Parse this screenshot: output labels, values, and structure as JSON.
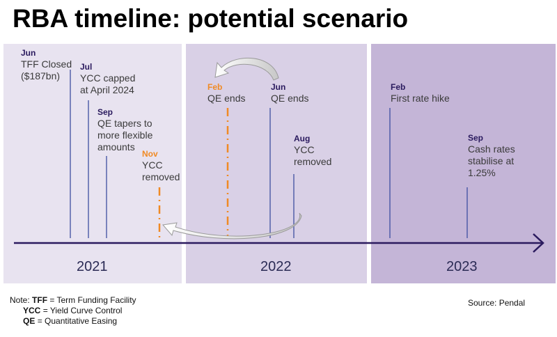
{
  "title": "RBA timeline: potential scenario",
  "years": [
    "2021",
    "2022",
    "2023"
  ],
  "events": [
    {
      "month": "Jun",
      "text": [
        "TFF Closed",
        "($187bn)"
      ]
    },
    {
      "month": "Jul",
      "text": [
        "YCC capped",
        "at April 2024"
      ]
    },
    {
      "month": "Sep",
      "text": [
        "QE tapers to",
        "more flexible",
        "amounts"
      ]
    },
    {
      "month": "Nov",
      "text": [
        "YCC",
        "removed"
      ]
    },
    {
      "month": "Feb",
      "text": [
        "QE ends"
      ]
    },
    {
      "month": "Jun",
      "text": [
        "QE ends"
      ]
    },
    {
      "month": "Aug",
      "text": [
        "YCC",
        "removed"
      ]
    },
    {
      "month": "Feb",
      "text": [
        "First rate hike"
      ]
    },
    {
      "month": "Sep",
      "text": [
        "Cash rates",
        "stabilise at",
        "1.25%"
      ]
    }
  ],
  "note": {
    "prefix": "Note:",
    "items": [
      {
        "abbr": "TFF",
        "def": "= Term Funding Facility"
      },
      {
        "abbr": "YCC",
        "def": "= Yield Curve Control"
      },
      {
        "abbr": "QE",
        "def": "= Quantitative Easing"
      }
    ]
  },
  "source": "Source: Pendal",
  "colors": {
    "timeline": "#2a1a5e",
    "blue_line": "#3d4fa0",
    "orange": "#f08a24",
    "arrow": "#b8b8b8"
  }
}
